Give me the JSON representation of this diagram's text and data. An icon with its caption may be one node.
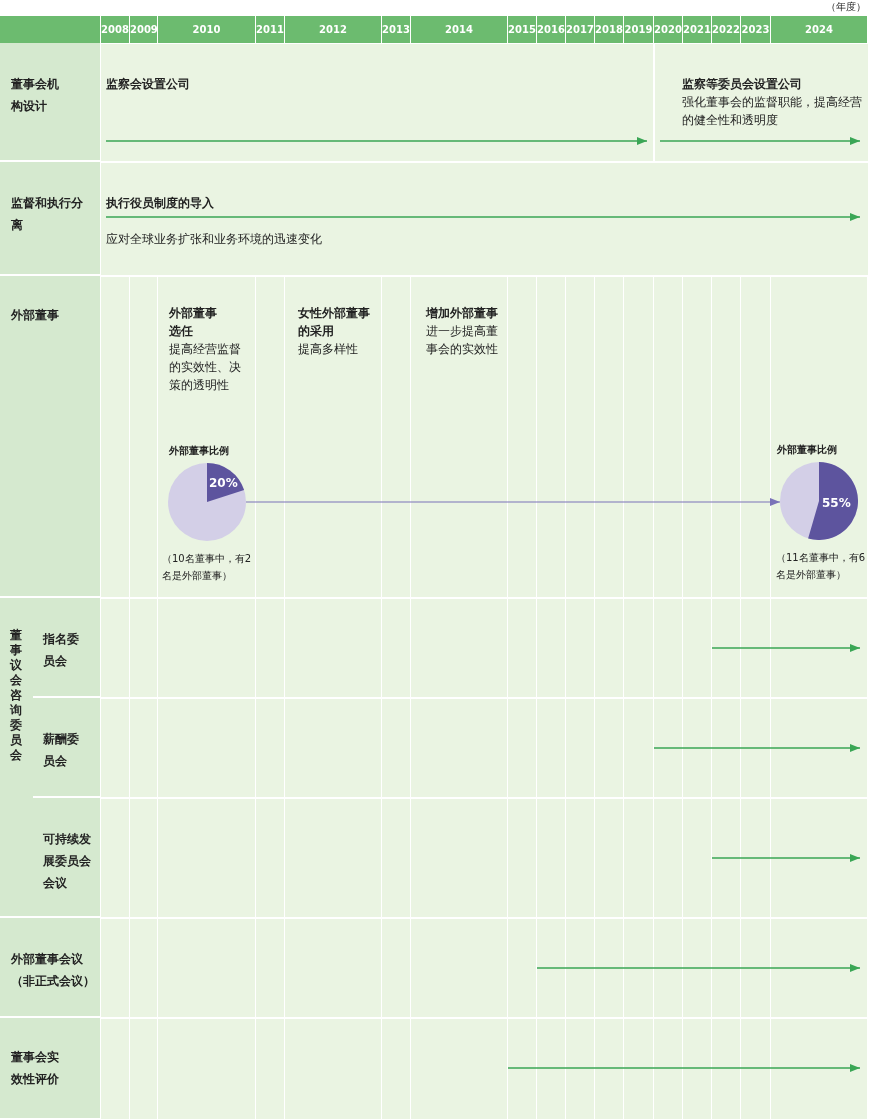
{
  "diagram": {
    "nodes": [
      {
        "text": [
          "董事会机构设计"
        ]
      },
      {
        "text": [
          "监督和执行分离"
        ]
      },
      {
        "text": [
          "外部董事"
        ]
      },
      {
        "text": [
          "董事议会咨询委员会"
        ]
      },
      {
        "text": [
          "指名委员会"
        ],
        "in": 3
      },
      {
        "text": [
          "薪酬委员会"
        ],
        "in": 3
      },
      {
        "text": [
          "可持续发展委员会会议"
        ],
        "in": 3
      },
      {
        "text": [
          "外部董事会议（非正式会议）"
        ]
      },
      {
        "text": [
          "董事会实效性评价"
        ]
      },
      {
        "text": [
          "20%"
        ],
        "beside": [
          "外部董事比例",
          "（10名董事中，有2名是外部董事）"
        ]
      },
      {
        "text": [
          "55%"
        ],
        "beside": [
          "外部董事比例",
          "（11名董事中，有6名是外部董事）"
        ]
      }
    ],
    "edges": [
      {
        "from": 9,
        "to": 10,
        "arrow": "to"
      }
    ],
    "labels": [
      "（年度）",
      "2008",
      "2009",
      "2010",
      "2011",
      "2012",
      "2013",
      "2014",
      "2015",
      "2016",
      "2017",
      "2018",
      "2019",
      "2020",
      "2021",
      "2022",
      "2023",
      "2024",
      "监察会设置公司",
      "监察等委员会设置公司",
      "强化董事会的监督职能，提高经营的健全性和透明度",
      "执行役员制度的导入",
      "应对全球业务扩张和业务环境的迅速变化",
      "外部董事选任",
      "提高经营监督的实效性、决策的透明性",
      "女性外部董事的采用",
      "提高多样性",
      "增加外部董事",
      "进一步提高董事会的实效性"
    ]
  }
}
